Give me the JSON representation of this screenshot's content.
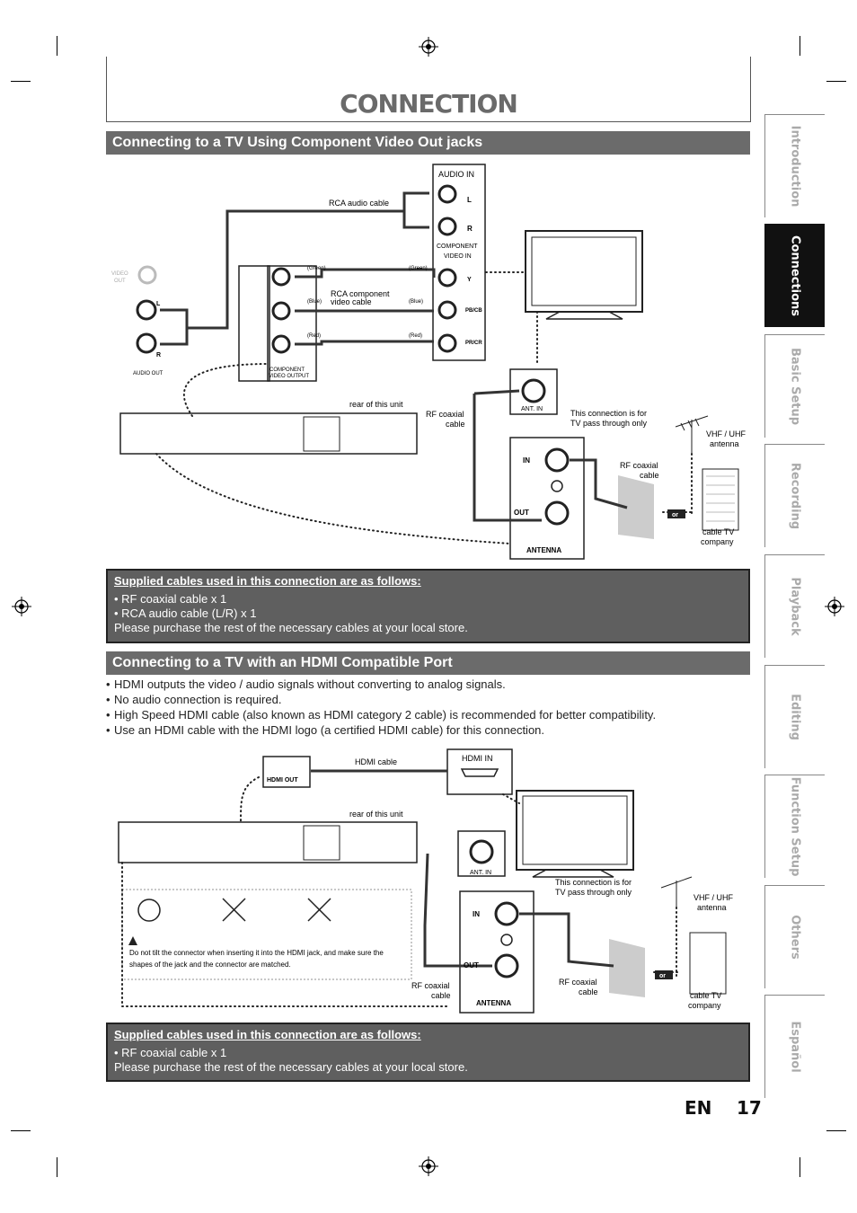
{
  "page": {
    "title": "CONNECTION",
    "lang": "EN",
    "number": "17"
  },
  "tabs": [
    {
      "label": "Introduction",
      "active": false
    },
    {
      "label": "Connections",
      "active": true
    },
    {
      "label": "Basic Setup",
      "active": false
    },
    {
      "label": "Recording",
      "active": false
    },
    {
      "label": "Playback",
      "active": false
    },
    {
      "label": "Editing",
      "active": false
    },
    {
      "label": "Function Setup",
      "active": false
    },
    {
      "label": "Others",
      "active": false
    },
    {
      "label": "Español",
      "active": false
    }
  ],
  "section1": {
    "title": "Connecting to a TV Using Component Video Out jacks",
    "diagram": {
      "audio_in": "AUDIO IN",
      "l": "L",
      "r": "R",
      "rca_audio_cable": "RCA audio cable",
      "component_video_in_1": "COMPONENT",
      "component_video_in_2": "VIDEO IN",
      "video_out_1": "VIDEO",
      "video_out_2": "OUT",
      "audio_out": "AUDIO OUT",
      "green": "(Green)",
      "blue": "(Blue)",
      "red": "(Red)",
      "rca_component_1": "RCA component",
      "rca_component_2": "video cable",
      "component_video_output_1": "COMPONENT",
      "component_video_output_2": "VIDEO OUTPUT",
      "y": "Y",
      "pb_cb": "PB/CB",
      "pr_cr": "PR/CR",
      "rear_of_unit": "rear of this unit",
      "rf_coaxial_1": "RF coaxial",
      "rf_coaxial_2": "cable",
      "ant_in": "ANT. IN",
      "pass_through_1": "This connection is for",
      "pass_through_2": "TV pass through only",
      "vhf_uhf_1": "VHF / UHF",
      "vhf_uhf_2": "antenna",
      "in": "IN",
      "out": "OUT",
      "antenna": "ANTENNA",
      "or": "or",
      "cable_tv_1": "cable TV",
      "cable_tv_2": "company"
    },
    "note": {
      "title": "Supplied cables used in this connection are as follows:",
      "lines": [
        "• RF coaxial cable x 1",
        "• RCA audio cable (L/R) x 1",
        "Please purchase the rest of the necessary cables at your local store."
      ]
    }
  },
  "section2": {
    "title": "Connecting to a TV with an HDMI Compatible Port",
    "bullets": [
      "HDMI outputs the video / audio signals without converting to analog signals.",
      "No audio connection is required.",
      "High Speed HDMI cable (also known as HDMI category 2 cable) is recommended for better compatibility.",
      "Use an HDMI cable with the HDMI logo (a certified HDMI cable) for this connection."
    ],
    "diagram": {
      "hdmi_cable": "HDMI cable",
      "hdmi_in": "HDMI IN",
      "hdmi_out": "HDMI OUT",
      "rear_of_unit": "rear of this unit",
      "ant_in": "ANT. IN",
      "pass_through_1": "This connection is for",
      "pass_through_2": "TV pass through only",
      "vhf_uhf_1": "VHF / UHF",
      "vhf_uhf_2": "antenna",
      "in": "IN",
      "out": "OUT",
      "antenna": "ANTENNA",
      "rf_coaxial_1": "RF coaxial",
      "rf_coaxial_2": "cable",
      "or": "or",
      "cable_tv_1": "cable TV",
      "cable_tv_2": "company",
      "warning_1": "Do not tilt the connector when inserting it into the HDMI jack, and make sure the",
      "warning_2": "shapes of the jack and the connector are matched."
    },
    "note": {
      "title": "Supplied cables used in this connection are as follows:",
      "lines": [
        "• RF coaxial cable x 1",
        "Please purchase the rest of the necessary cables at your local store."
      ]
    }
  }
}
